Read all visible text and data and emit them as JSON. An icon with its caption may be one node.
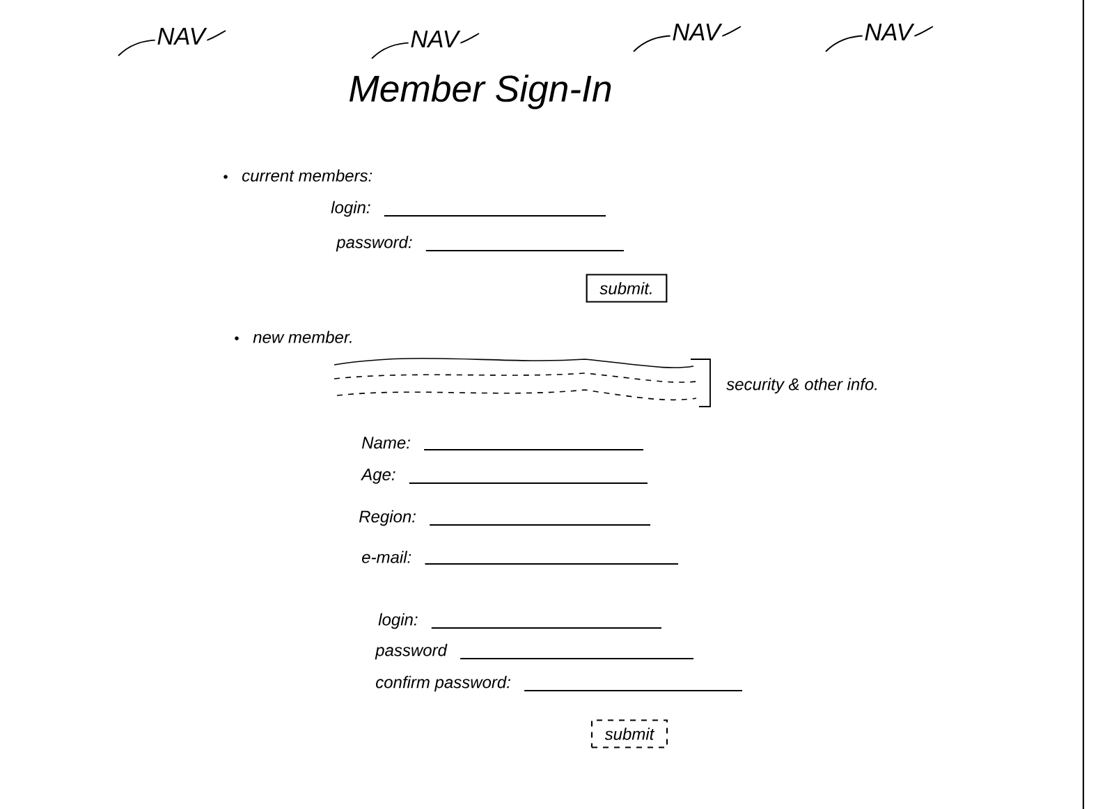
{
  "diagram": {
    "title": "Member Sign-In",
    "nodes": [
      {
        "text": [
          "submit."
        ]
      },
      {
        "text": [
          "submit"
        ]
      }
    ],
    "labels": [
      "NAV",
      "NAV",
      "NAV",
      "NAV",
      "current members:",
      "login:",
      "password:",
      "new member.",
      "security & other info.",
      "Name:",
      "Age:",
      "Region:",
      "e-mail:",
      "login:",
      "password",
      "confirm password:"
    ]
  }
}
